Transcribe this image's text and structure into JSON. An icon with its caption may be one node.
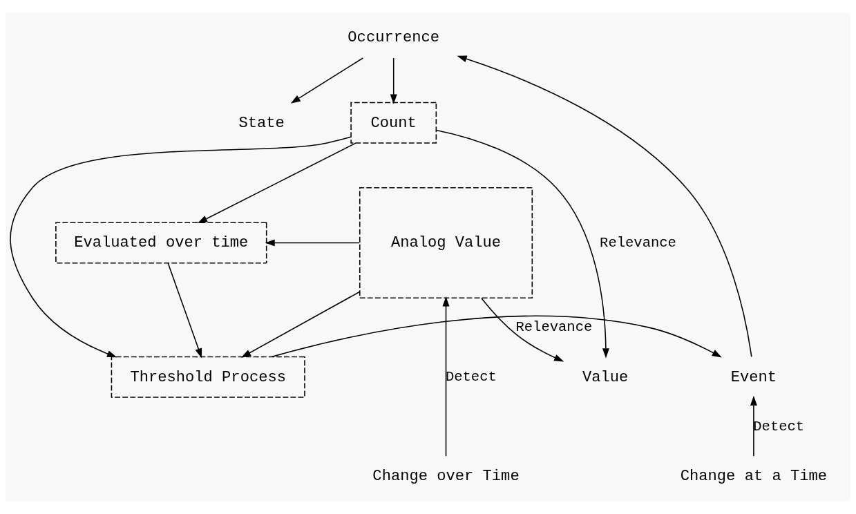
{
  "diagram": {
    "nodes": [
      {
        "text": [
          "Occurrence"
        ]
      },
      {
        "text": [
          "State"
        ]
      },
      {
        "text": [
          "Count"
        ]
      },
      {
        "text": [
          "Value"
        ]
      },
      {
        "text": [
          "Evaluated over time"
        ]
      },
      {
        "text": [
          "Analog Value"
        ]
      },
      {
        "text": [
          "Event"
        ]
      },
      {
        "text": [
          "Threshold Process"
        ]
      },
      {
        "text": [
          "Change at a Time"
        ]
      },
      {
        "text": [
          "Change over Time"
        ]
      }
    ],
    "edges": [
      {
        "from": 6,
        "to": 0,
        "arrow": "to"
      },
      {
        "from": 0,
        "to": 1,
        "arrow": "to"
      },
      {
        "from": 0,
        "to": 2,
        "arrow": "to"
      },
      {
        "from": 2,
        "to": 3,
        "arrow": "to",
        "label": "Relevance"
      },
      {
        "from": 2,
        "to": 4,
        "arrow": "to"
      },
      {
        "from": 2,
        "to": 7,
        "arrow": "to"
      },
      {
        "from": 5,
        "to": 3,
        "arrow": "to",
        "label": "Relevance"
      },
      {
        "from": 5,
        "to": 4,
        "arrow": "to"
      },
      {
        "from": 4,
        "to": 7,
        "arrow": "to"
      },
      {
        "from": 5,
        "to": 7,
        "arrow": "to"
      },
      {
        "from": 7,
        "to": 6,
        "arrow": "to"
      },
      {
        "from": 8,
        "to": 6,
        "arrow": "to",
        "label": "Detect"
      },
      {
        "from": 9,
        "to": 5,
        "arrow": "to",
        "label": "Detect"
      }
    ]
  }
}
